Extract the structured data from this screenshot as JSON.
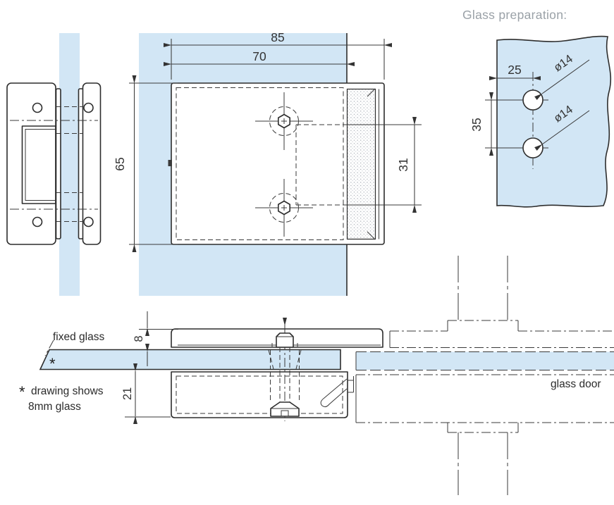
{
  "title": {
    "glass_preparation": "Glass preparation:"
  },
  "front_view": {
    "dim_total_width": "85",
    "dim_glass_overlap": "70",
    "dim_height": "65",
    "dim_hole_channel": "31"
  },
  "glass_prep_view": {
    "dim_edge_to_hole": "25",
    "dim_hole_spacing": "35",
    "dim_hole_dia_top": "ø14",
    "dim_hole_dia_bottom": "ø14"
  },
  "section_view": {
    "dim_glass_thickness": "8",
    "dim_clamp_depth": "21",
    "label_fixed_glass": "fixed glass",
    "label_glass_door": "glass door",
    "glass_asterisk": "*",
    "note_asterisk": "*",
    "note_line1": "drawing shows",
    "note_line2": "8mm glass"
  },
  "colors": {
    "glass_blue": "#d2e6f5",
    "line_dark": "#2d2d2d",
    "dim_text": "#333333",
    "muted_title": "#9aa1a7",
    "background": "#ffffff"
  }
}
